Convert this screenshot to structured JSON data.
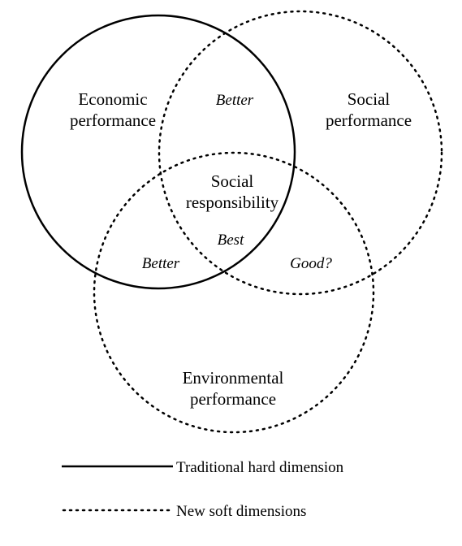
{
  "diagram": {
    "circles": {
      "economic": {
        "style": "solid"
      },
      "social": {
        "style": "dotted"
      },
      "environmental": {
        "style": "dotted"
      }
    },
    "labels": {
      "economic_line1": "Economic",
      "economic_line2": "performance",
      "social_line1": "Social",
      "social_line2": "performance",
      "environmental_line1": "Environmental",
      "environmental_line2": "performance",
      "center_line1": "Social",
      "center_line2": "responsibility",
      "better_top": "Better",
      "better_left": "Better",
      "best": "Best",
      "good": "Good?"
    },
    "legend": {
      "solid_label": "Traditional hard dimension",
      "dotted_label": "New soft dimensions"
    },
    "colors": {
      "line": "#000000",
      "background": "#ffffff"
    }
  }
}
